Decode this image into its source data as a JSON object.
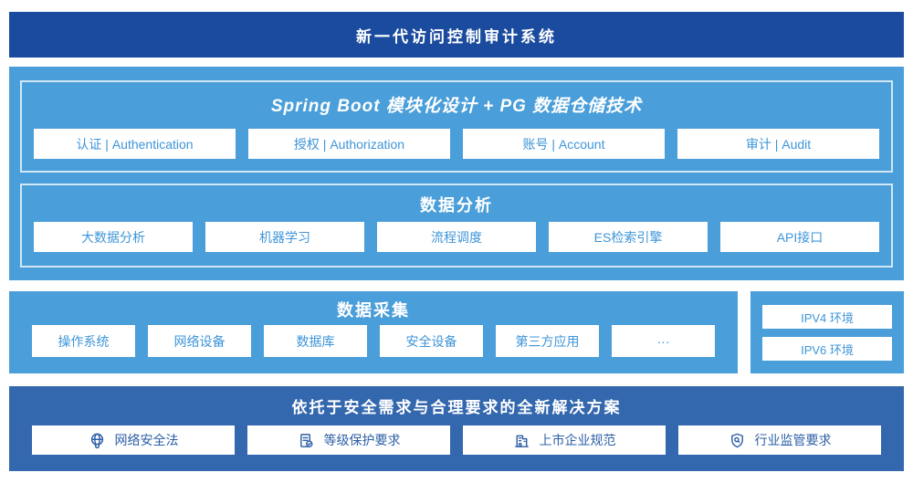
{
  "header": {
    "title": "新一代访问控制审计系统"
  },
  "colors": {
    "banner_bg": "#1a4b9e",
    "light_blue": "#4a9ed9",
    "solution_bg": "#3367ae",
    "box_text_light": "#3e95d8",
    "box_text_dark": "#2c5fa6"
  },
  "platform": {
    "spring": {
      "title": "Spring Boot 模块化设计 + PG 数据仓储技术",
      "items": [
        "认证 | Authentication",
        "授权 | Authorization",
        "账号 | Account",
        "审计 | Audit"
      ]
    },
    "analysis": {
      "title": "数据分析",
      "items": [
        "大数据分析",
        "机器学习",
        "流程调度",
        "ES检索引擎",
        "API接口"
      ]
    }
  },
  "collection": {
    "title": "数据采集",
    "items": [
      "操作系统",
      "网络设备",
      "数据库",
      "安全设备",
      "第三方应用",
      "···"
    ]
  },
  "environments": {
    "items": [
      "IPV4 环境",
      "IPV6 环境"
    ]
  },
  "solution": {
    "title": "依托于安全需求与合理要求的全新解决方案",
    "items": [
      {
        "icon": "globe-icon",
        "label": "网络安全法"
      },
      {
        "icon": "checklist-icon",
        "label": "等级保护要求"
      },
      {
        "icon": "building-icon",
        "label": "上市企业规范"
      },
      {
        "icon": "shield-search-icon",
        "label": "行业监管要求"
      }
    ]
  }
}
